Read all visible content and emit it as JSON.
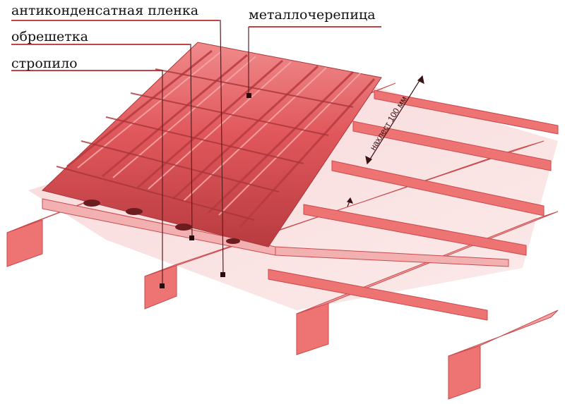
{
  "labels": {
    "membrane": "антиконденсатная пленка",
    "battens": "обрешетка",
    "rafter": "стропило",
    "metal_tile": "металлочерепица",
    "overlap": "нахлест 100 мм"
  },
  "colors": {
    "tile": "#e0575b",
    "tile_dark": "#b83b40",
    "tile_light": "#f2898a",
    "frame": "#ee7373",
    "frame_light": "#f7b1b1",
    "membrane": "#f7c6c6",
    "leader": "#5a1e1e",
    "underline": "#c0161c"
  },
  "icons": [
    "overlap-arrow-icon",
    "leader-dot-icon"
  ]
}
